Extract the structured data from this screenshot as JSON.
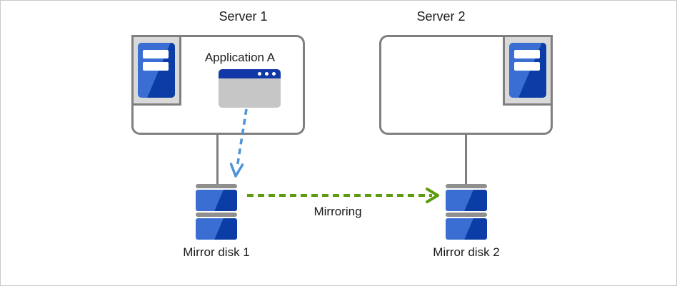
{
  "server1": {
    "label": "Server 1"
  },
  "server2": {
    "label": "Server 2"
  },
  "application": {
    "label": "Application A"
  },
  "disk1": {
    "label": "Mirror disk 1"
  },
  "disk2": {
    "label": "Mirror disk 2"
  },
  "arrows": {
    "app_to_disk": {
      "style": "dashed",
      "color": "#4d93d9"
    },
    "mirroring": {
      "label": "Mirroring",
      "style": "dashed",
      "color": "#5e9b0d"
    }
  },
  "colors": {
    "box_border": "#7f7f7f",
    "icon_background": "#d9d9d9",
    "server_blue_light": "#3a6ed2",
    "server_blue_dark": "#0c3da6",
    "window_titlebar_blue": "#1238a8",
    "window_body_gray": "#c6c6c6",
    "disk_bar_gray": "#8f8f8f",
    "arrow_blue": "#4d93d9",
    "arrow_green": "#5e9b0d"
  }
}
